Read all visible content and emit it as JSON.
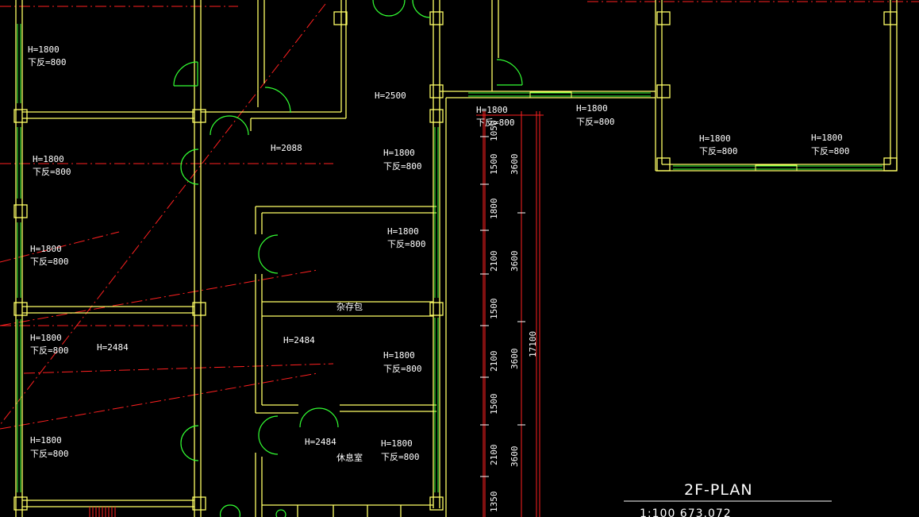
{
  "drawing": {
    "title": "2F-PLAN",
    "scale_text": "1:100  673.072",
    "colors": {
      "background": "#000000",
      "wall": "#ffff66",
      "window": "#33ff33",
      "axis": "#ff2020",
      "text": "#ffffff"
    },
    "labels": {
      "h1800": "H=1800",
      "sill800": "下反=800",
      "h2500": "H=2500",
      "h2088": "H=2088",
      "h2484": "H=2484",
      "room_storage": "杂存包",
      "room_lounge": "休息室"
    },
    "dimensions": {
      "d1050": "1050",
      "d1500": "1500",
      "d1800": "1800",
      "d2100": "2100",
      "d1350": "1350",
      "d3600": "3600",
      "d17100": "17100"
    }
  }
}
